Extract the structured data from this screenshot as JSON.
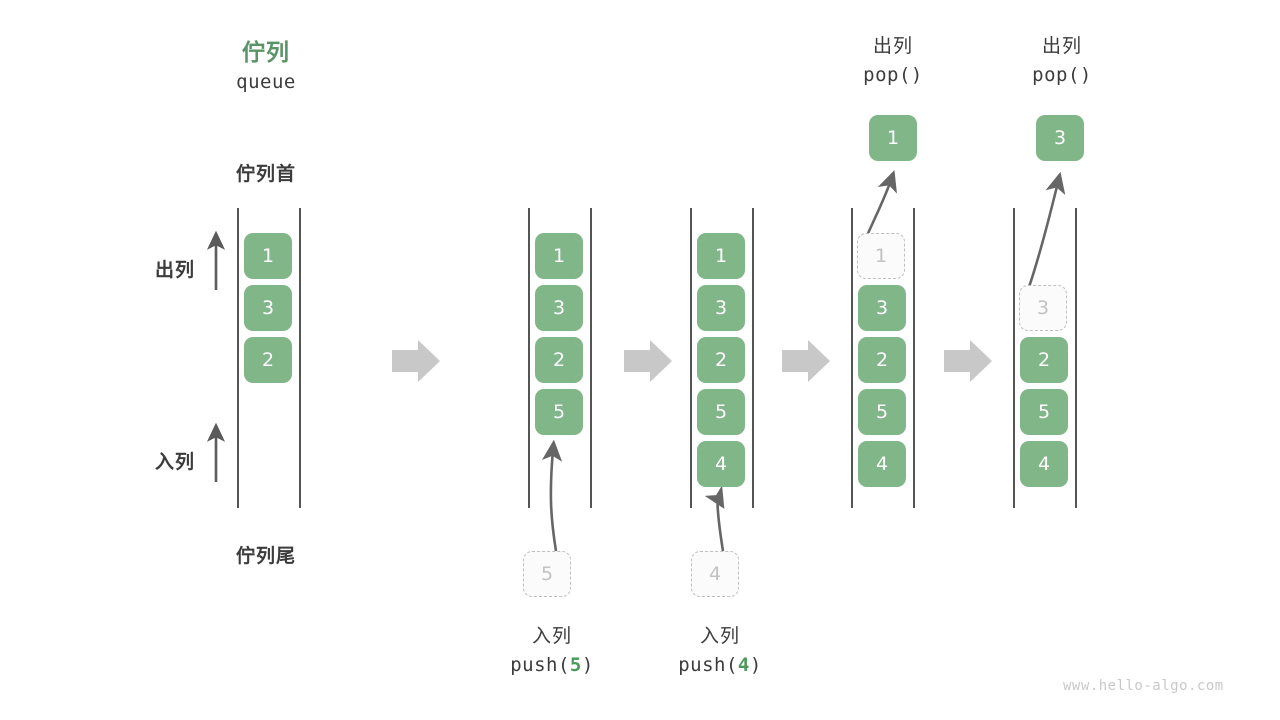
{
  "title": {
    "cn": "佇列",
    "en": "queue",
    "color": "#5a9367"
  },
  "labels": {
    "head": "佇列首",
    "tail": "佇列尾",
    "dequeue": "出列",
    "enqueue": "入列"
  },
  "watermark": "www.hello-algo.com",
  "colors": {
    "cell_fill": "#81b689",
    "cell_text": "#ffffff",
    "ghost_border": "#bfbfbf",
    "ghost_text": "#c2c2c2",
    "rail": "#555555",
    "arrow_gray": "#c8c8c8",
    "arrow_dark": "#666666",
    "title_green": "#5a9367",
    "accent_num": "#4c9a5b"
  },
  "steps": [
    {
      "name": "initial",
      "cells": [
        "1",
        "3",
        "2"
      ],
      "ghosts": []
    },
    {
      "name": "after-push-5",
      "cells": [
        "1",
        "3",
        "2",
        "5"
      ],
      "ghosts": []
    },
    {
      "name": "after-push-4",
      "cells": [
        "1",
        "3",
        "2",
        "5",
        "4"
      ],
      "ghosts": []
    },
    {
      "name": "after-pop-1",
      "cells": [
        "3",
        "2",
        "5",
        "4"
      ],
      "ghosts": [
        "1"
      ]
    },
    {
      "name": "after-pop-3",
      "cells": [
        "2",
        "5",
        "4"
      ],
      "ghosts": [
        "3"
      ]
    }
  ],
  "operations": {
    "push_5": {
      "cn": "入列",
      "fn": "push(",
      "arg": "5",
      "close": ")",
      "pending_value": "5"
    },
    "push_4": {
      "cn": "入列",
      "fn": "push(",
      "arg": "4",
      "close": ")",
      "pending_value": "4"
    },
    "pop_1": {
      "cn": "出列",
      "fn": "pop()",
      "popped_value": "1"
    },
    "pop_3": {
      "cn": "出列",
      "fn": "pop()",
      "popped_value": "3"
    }
  },
  "column_values": {
    "c1": [
      "1",
      "3",
      "2"
    ],
    "c2": [
      "1",
      "3",
      "2",
      "5"
    ],
    "c3": [
      "1",
      "3",
      "2",
      "5",
      "4"
    ],
    "c4_ghost": "1",
    "c4": [
      "3",
      "2",
      "5",
      "4"
    ],
    "c5_ghost": "3",
    "c5": [
      "2",
      "5",
      "4"
    ]
  }
}
